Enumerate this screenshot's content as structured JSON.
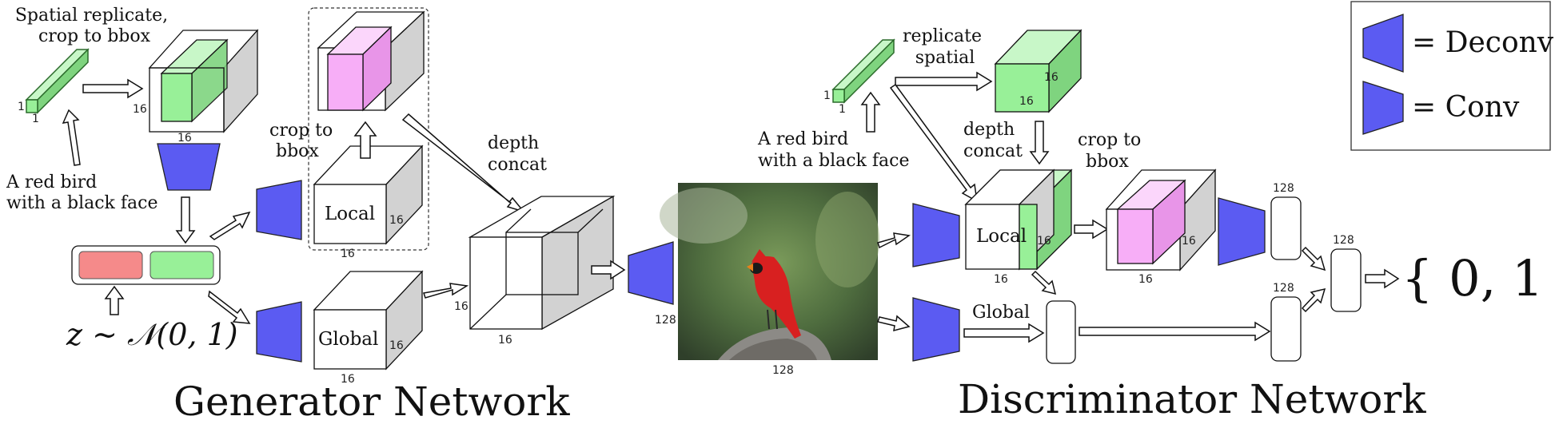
{
  "titles": {
    "generator": "Generator Network",
    "discriminator": "Discriminator Network"
  },
  "generator": {
    "spatial_replicate_1": "Spatial replicate,",
    "spatial_replicate_2": "crop to bbox",
    "text_1": "A red bird",
    "text_2": "with a black face",
    "crop_1": "crop to",
    "crop_2": "bbox",
    "depth_concat_1": "depth",
    "depth_concat_2": "concat",
    "local_label": "Local",
    "global_label": "Global",
    "noise_formula": "z ∼ 𝒩(0, 1)",
    "dims": {
      "one": "1",
      "sixteen": "16",
      "out": "128"
    }
  },
  "discriminator": {
    "replicate_1": "replicate",
    "replicate_2": "spatial",
    "text_1": "A red bird",
    "text_2": "with a black face",
    "depth_concat_1": "depth",
    "depth_concat_2": "concat",
    "crop_1": "crop to",
    "crop_2": "bbox",
    "local_label": "Local",
    "global_label": "Global",
    "output": "{ 0, 1 }",
    "dims": {
      "one": "1",
      "sixteen": "16",
      "image": "128",
      "feat": "128"
    }
  },
  "legend": {
    "deconv": "= Deconv",
    "conv": "= Conv"
  },
  "colors": {
    "conv_blue": "#5b5bf2",
    "green": "#98f098",
    "pink": "#f7aef7",
    "red": "#f58a8a",
    "side_gray": "#d2d2d2"
  }
}
